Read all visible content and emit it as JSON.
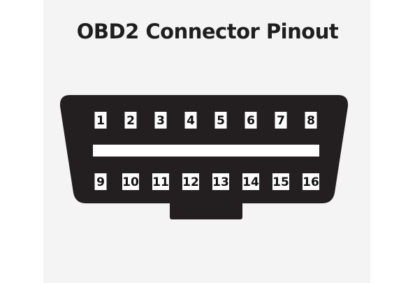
{
  "title": "OBD2 Connector Pinout",
  "colors": {
    "background": "#ffffff",
    "panel": "#f4f4f4",
    "connector_body": "#231f20",
    "pin_label_bg": "#ffffff",
    "text": "#1e1e1e"
  },
  "pins": {
    "top_row": [
      "1",
      "2",
      "3",
      "4",
      "5",
      "6",
      "7",
      "8"
    ],
    "bottom_row": [
      "9",
      "10",
      "11",
      "12",
      "13",
      "14",
      "15",
      "16"
    ]
  }
}
